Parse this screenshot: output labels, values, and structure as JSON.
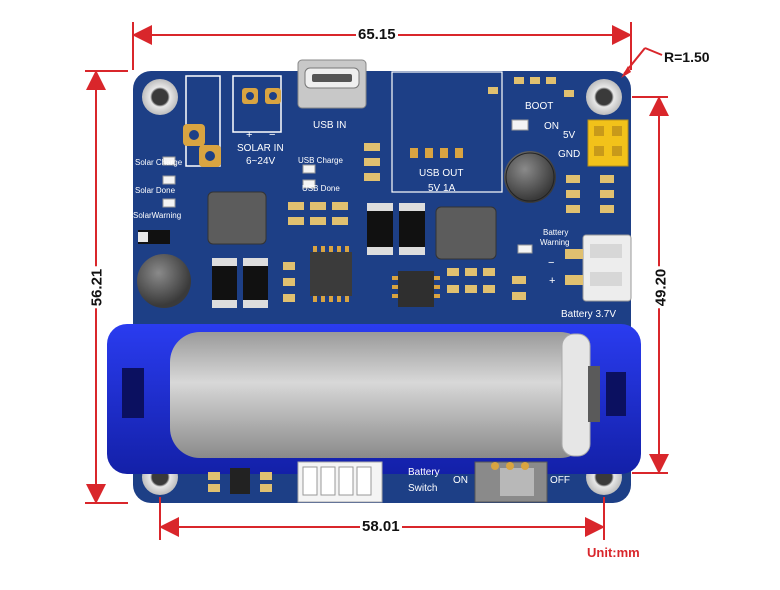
{
  "dimensions": {
    "width_top": "65.15",
    "corner_radius": "R=1.50",
    "height_left": "56.21",
    "height_right": "49.20",
    "width_bottom": "58.01",
    "unit": "Unit:mm"
  },
  "board": {
    "usb_in": "USB IN",
    "solar_in": "SOLAR IN",
    "solar_range": "6~24V",
    "plus": "+",
    "minus": "−",
    "usb_charge": "USB Charge",
    "usb_done": "USB Done",
    "solar_charge": "Solar Charge",
    "solar_done": "Solar Done",
    "solar_warning": "SolarWarning",
    "usb_out": "USB OUT",
    "usb_out_spec": "5V 1A",
    "boot": "BOOT",
    "on": "ON",
    "v5": "5V",
    "gnd": "GND",
    "battery_warning_1": "Battery",
    "battery_warning_2": "Warning",
    "batt_plus": "+",
    "batt_minus": "−",
    "battery_37v": "Battery 3.7V",
    "battery_switch_1": "Battery",
    "battery_switch_2": "Switch",
    "switch_on": "ON",
    "switch_off": "OFF"
  },
  "colors": {
    "pcb": "#1d3f86",
    "dimension_red": "#d9262b",
    "battery_holder": "#1a2fd8",
    "battery_cell": "#c9c9c9",
    "header_yellow": "#f2c21a"
  }
}
